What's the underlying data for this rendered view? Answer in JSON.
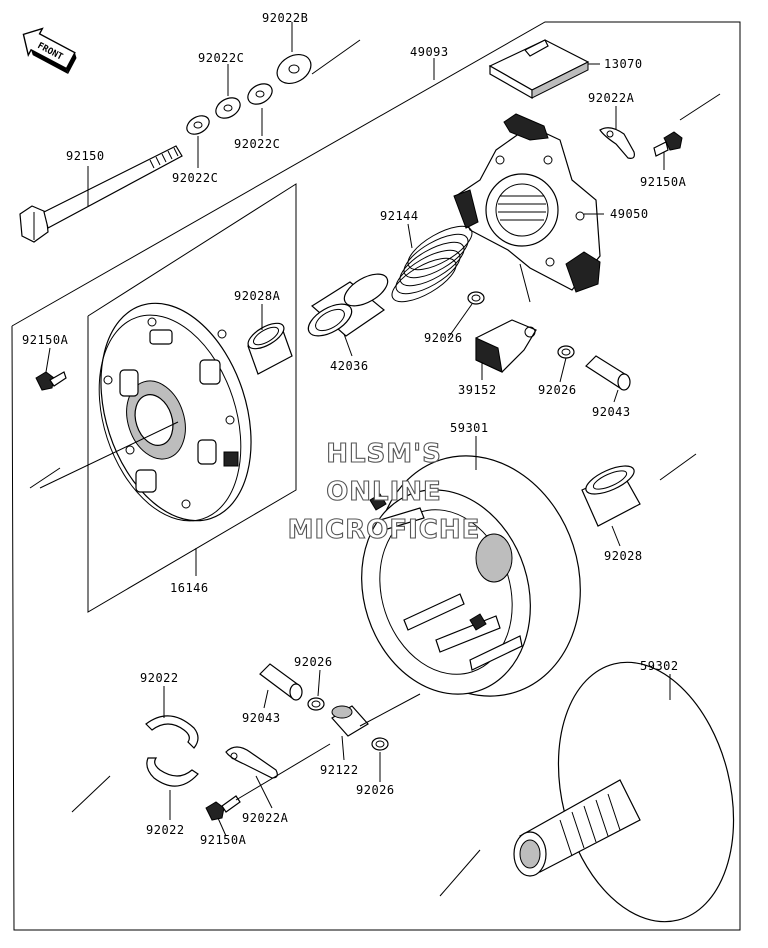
{
  "front_label": "FRONT",
  "watermark": [
    "HLSM'S",
    "ONLINE",
    "MICROFICHE"
  ],
  "callouts": [
    {
      "id": "p92022B",
      "text": "92022B"
    },
    {
      "id": "p49093",
      "text": "49093"
    },
    {
      "id": "p92022C_a",
      "text": "92022C"
    },
    {
      "id": "p13070",
      "text": "13070"
    },
    {
      "id": "p92022C_b",
      "text": "92022C"
    },
    {
      "id": "p92022A_top",
      "text": "92022A"
    },
    {
      "id": "p92150",
      "text": "92150"
    },
    {
      "id": "p92022C_c",
      "text": "92022C"
    },
    {
      "id": "p92150A_top",
      "text": "92150A"
    },
    {
      "id": "p92144",
      "text": "92144"
    },
    {
      "id": "p49050",
      "text": "49050"
    },
    {
      "id": "p92028A",
      "text": "92028A"
    },
    {
      "id": "p92150A_left",
      "text": "92150A"
    },
    {
      "id": "p92026_a",
      "text": "92026"
    },
    {
      "id": "p42036",
      "text": "42036"
    },
    {
      "id": "p39152",
      "text": "39152"
    },
    {
      "id": "p92026_b",
      "text": "92026"
    },
    {
      "id": "p92043_top",
      "text": "92043"
    },
    {
      "id": "p59301",
      "text": "59301"
    },
    {
      "id": "p92028",
      "text": "92028"
    },
    {
      "id": "p16146",
      "text": "16146"
    },
    {
      "id": "p59302",
      "text": "59302"
    },
    {
      "id": "p92022_top",
      "text": "92022"
    },
    {
      "id": "p92026_c",
      "text": "92026"
    },
    {
      "id": "p92043_bot",
      "text": "92043"
    },
    {
      "id": "p92122",
      "text": "92122"
    },
    {
      "id": "p92026_d",
      "text": "92026"
    },
    {
      "id": "p92022A_bot",
      "text": "92022A"
    },
    {
      "id": "p92022_bot",
      "text": "92022"
    },
    {
      "id": "p92150A_bot",
      "text": "92150A"
    }
  ]
}
